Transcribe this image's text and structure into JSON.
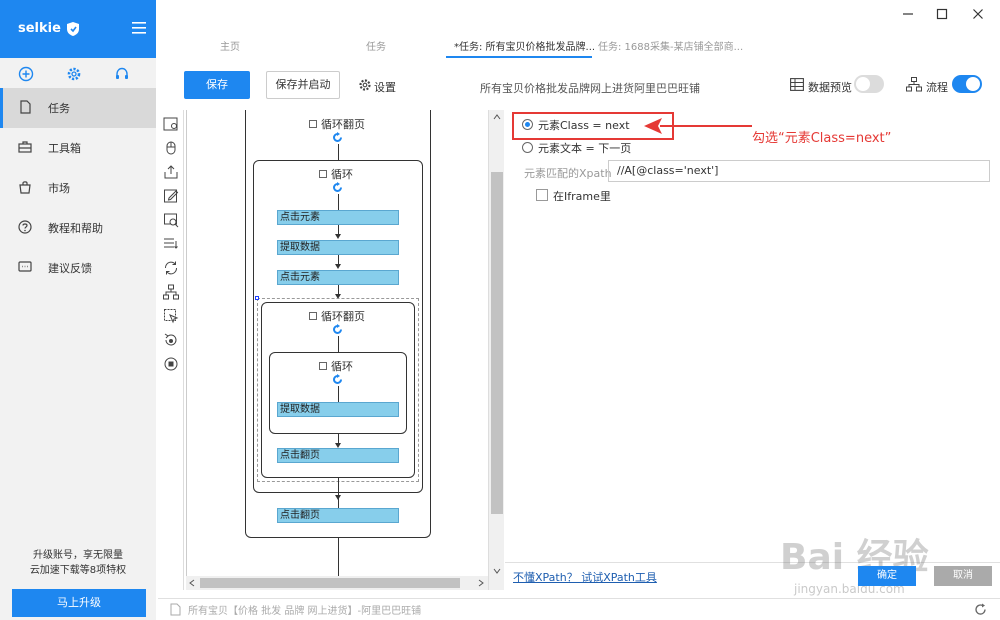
{
  "sidebar": {
    "brand": "selkie",
    "nav": [
      {
        "label": "任务",
        "icon": "document-icon"
      },
      {
        "label": "工具箱",
        "icon": "toolbox-icon"
      },
      {
        "label": "市场",
        "icon": "bag-icon"
      },
      {
        "label": "教程和帮助",
        "icon": "help-icon"
      },
      {
        "label": "建议反馈",
        "icon": "feedback-icon"
      }
    ],
    "promo_line1": "升级账号，享无限量",
    "promo_line2": "云加速下载等8项特权",
    "upgrade_label": "马上升级"
  },
  "header": {
    "tabs": [
      {
        "label": "主页"
      },
      {
        "label": "任务"
      },
      {
        "label": "*任务: 所有宝贝价格批发品牌..."
      },
      {
        "label": "任务: 1688采集-某店铺全部商..."
      }
    ]
  },
  "toolbar": {
    "save_label": "保存",
    "save_start_label": "保存并启动",
    "settings_label": "设置",
    "task_title": "所有宝贝价格批发品牌网上进货阿里巴巴旺铺",
    "data_preview_label": "数据预览",
    "flow_label": "流程"
  },
  "flow": {
    "outer_loop": "循环翻页",
    "loop1": "循环",
    "click1": "点击元素",
    "extract1": "提取数据",
    "click2": "点击元素",
    "inner_page_loop": "循环翻页",
    "loop2": "循环",
    "extract2": "提取数据",
    "click_page1": "点击翻页",
    "click_page2": "点击翻页"
  },
  "panel": {
    "option1": "元素Class = next",
    "option2": "元素文本 = 下一页",
    "xpath_label": "元素匹配的Xpath",
    "xpath_value": "//A[@class='next']",
    "iframe_label": "在Iframe里",
    "annotation": "勾选“元素Class=next”",
    "xpath_link": "不懂XPath？ 试试XPath工具",
    "ok_label": "确定",
    "cancel_label": "取消"
  },
  "statusbar": {
    "text": "所有宝贝【价格 批发 品牌 网上进货】-阿里巴巴旺铺"
  },
  "watermark": {
    "big": "Bai 经验",
    "small": "jingyan.baidu.com"
  },
  "colors": {
    "accent": "#1e87f0",
    "annotation": "#e53935",
    "step_fill": "#87ceeb"
  }
}
